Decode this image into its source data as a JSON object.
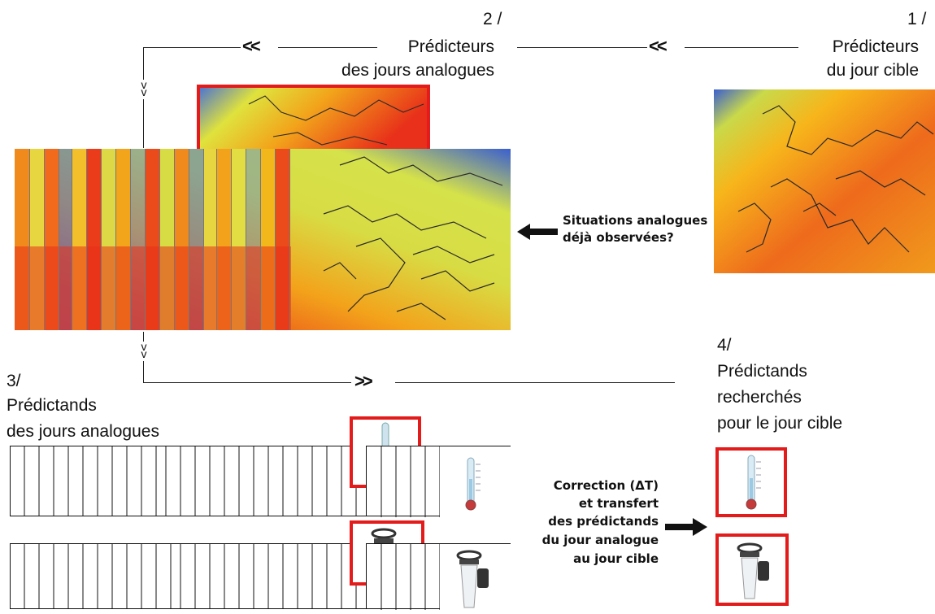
{
  "step1": {
    "number": "1 /",
    "line1": "Prédicteurs",
    "line2": "du jour cible"
  },
  "step2": {
    "number": "2 /",
    "line1": "Prédicteurs",
    "line2": "des jours analogues"
  },
  "step3": {
    "number": "3/",
    "line1": "Prédictands",
    "line2": "des jours analogues"
  },
  "step4": {
    "number": "4/",
    "line1": "Prédictands",
    "line2": "recherchés",
    "line3": "pour le jour cible"
  },
  "arrows": {
    "left": "<<",
    "right": ">>",
    "down": "v"
  },
  "question": {
    "line1": "Situations analogues",
    "line2": "déjà observées?"
  },
  "correction": {
    "line1": "Correction (ΔT)",
    "line2": "et transfert",
    "line3": "des prédictands",
    "line4": "du jour analogue",
    "line5": "au jour cible"
  },
  "colors": {
    "highlight": "#e31b1b",
    "hot": "#e8201a",
    "mid": "#f7b51b",
    "cool": "#e6e63a",
    "cold": "#3a5fd0"
  },
  "icons": {
    "temperature": "thermometer-icon",
    "rain": "rain-gauge-icon",
    "pointer": "black-arrow-icon"
  }
}
